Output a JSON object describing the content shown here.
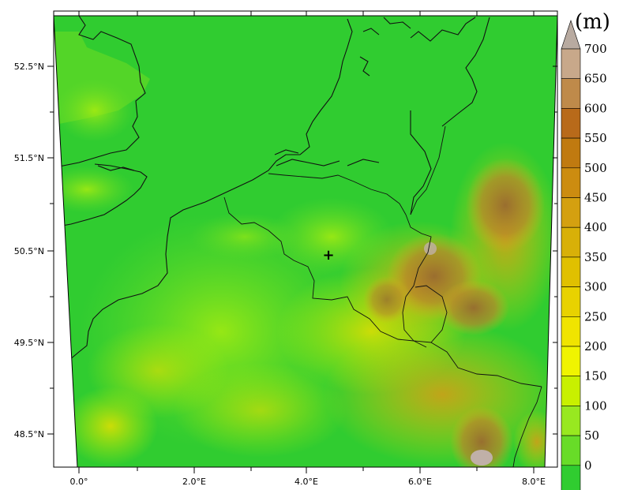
{
  "map": {
    "unit": "(m)",
    "lat_labels": [
      "52.5°N",
      "51.5°N",
      "50.5°N",
      "49.5°N",
      "48.5°N"
    ],
    "lon_labels": [
      "0.0°",
      "2.0°E",
      "4.0°E",
      "6.0°E",
      "8.0°E"
    ],
    "marker": "+"
  },
  "legend": {
    "levels": [
      "700",
      "650",
      "600",
      "550",
      "500",
      "450",
      "400",
      "350",
      "300",
      "250",
      "200",
      "150",
      "100",
      "50",
      "0"
    ],
    "colors": [
      "#c8a88a",
      "#bf8a4a",
      "#b86a1a",
      "#c07a10",
      "#cc8c10",
      "#d4a010",
      "#d8b008",
      "#e0c000",
      "#e8d200",
      "#f0e400",
      "#f0f400",
      "#c8f000",
      "#98e820",
      "#68dc28",
      "#30cc30"
    ],
    "over_color": "#b8aaa0"
  }
}
